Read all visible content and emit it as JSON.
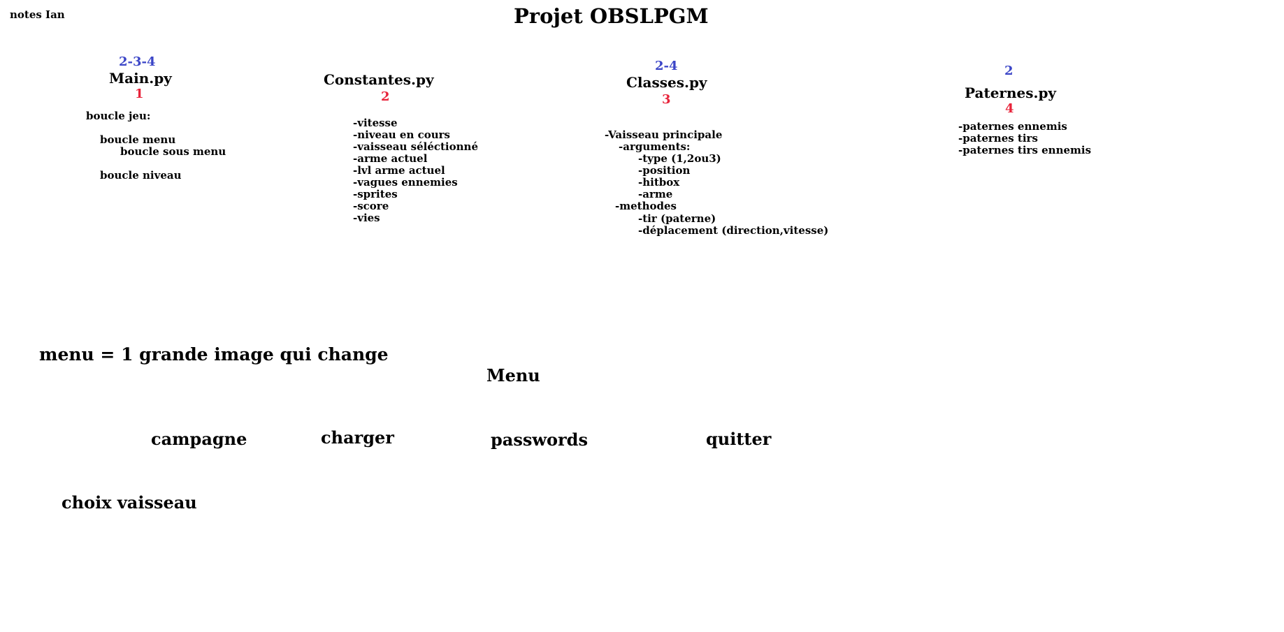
{
  "header": {
    "notes": "notes Ian",
    "title": "Projet OBSLPGM"
  },
  "modules": [
    {
      "deps": "2-3-4",
      "name": "Main.py",
      "number": "1",
      "items": [
        "boucle jeu:",
        "boucle menu",
        "boucle sous menu",
        "boucle niveau"
      ]
    },
    {
      "deps": "",
      "name": "Constantes.py",
      "number": "2",
      "items": [
        "-vitesse",
        "-niveau en cours",
        "-vaisseau séléctionné",
        "-arme actuel",
        "-lvl arme actuel",
        "-vagues ennemies",
        "-sprites",
        "-score",
        "-vies"
      ]
    },
    {
      "deps": "2-4",
      "name": "Classes.py",
      "number": "3",
      "items": [
        "-Vaisseau principale",
        "-arguments:",
        "-type (1,2ou3)",
        "-position",
        "-hitbox",
        "-arme",
        "-methodes",
        "-tir (paterne)",
        "-déplacement (direction,vitesse)"
      ]
    },
    {
      "deps": "2",
      "name": "Paternes.py",
      "number": "4",
      "items": [
        "-paternes ennemis",
        "-paternes tirs",
        "-paternes tirs ennemis"
      ]
    }
  ],
  "menu_section": {
    "note": "menu = 1 grande image qui change",
    "title": "Menu",
    "buttons": [
      "campagne",
      "charger",
      "passwords",
      "quitter"
    ],
    "sub_note": "choix vaisseau"
  },
  "colors": {
    "dependency": "#3b45c7",
    "number": "#e8233a",
    "text": "#000000",
    "background": "#ffffff"
  }
}
